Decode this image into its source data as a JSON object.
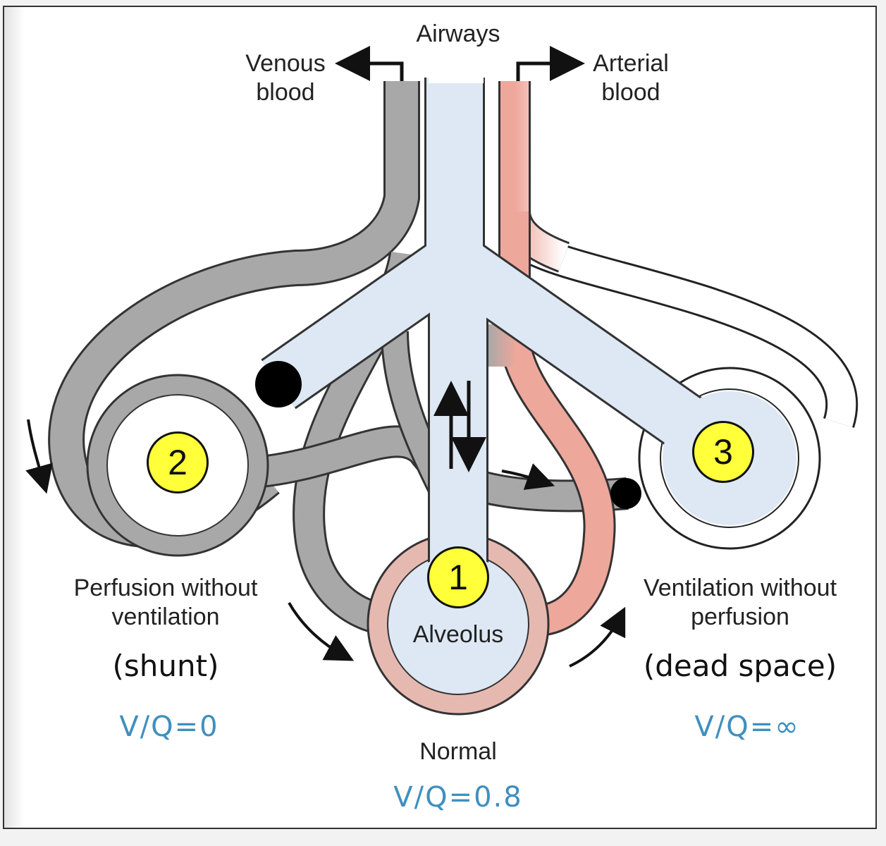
{
  "labels": {
    "airways": "Airways",
    "venous": "Venous\nblood",
    "arterial": "Arterial\nblood",
    "alveolus": "Alveolus",
    "normal": "Normal",
    "shunt_desc": "Perfusion without\nventilation",
    "shunt": "(shunt)",
    "dead_desc": "Ventilation without\nperfusion",
    "dead": "(dead space)"
  },
  "ratios": {
    "normal": "V/Q=0.8",
    "shunt": "V/Q=0",
    "dead": "V/Q=∞"
  },
  "markers": [
    "1",
    "2",
    "3"
  ],
  "colors": {
    "airway": "#dde8f4",
    "venous": "#a8a8a8",
    "arterial": "#eea79b",
    "badge": "#ffff3a",
    "ratio_text": "#3f8fbf"
  }
}
